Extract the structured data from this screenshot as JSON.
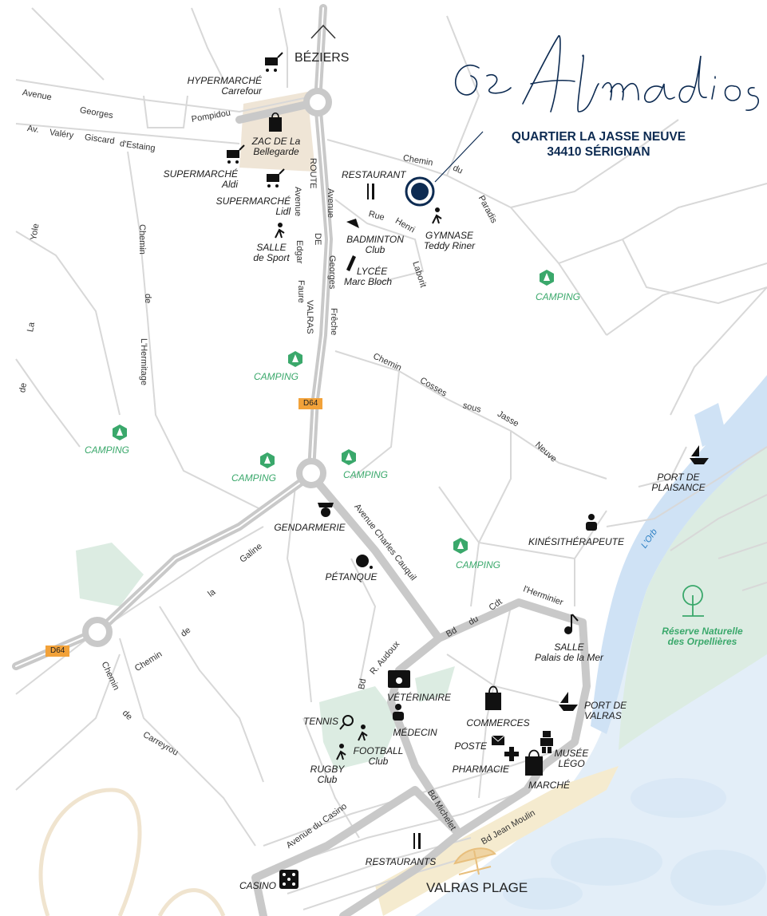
{
  "brand": {
    "logo_text": "Les Almadies",
    "subtitle_line1": "QUARTIER LA JASSE NEUVE",
    "subtitle_line2": "34410 SÉRIGNAN",
    "color": "#0d2b52"
  },
  "direction": {
    "label": "BÉZIERS",
    "icon": "chevron-up-icon"
  },
  "roads": {
    "d64_a": "D64",
    "d64_b": "D64",
    "route_de": "ROUTE",
    "route_de2": "DE",
    "route_valras": "VALRAS",
    "avenue_georges_pompidou": [
      "Avenue",
      "Georges",
      "Pompidou"
    ],
    "av_valery": [
      "Av.",
      "Valéry",
      "Giscard",
      "d'Estaing"
    ],
    "chemin_du_paradis": [
      "Chemin",
      "du",
      "Paradis"
    ],
    "rue_henri_laborit": [
      "Rue",
      "Henri",
      "Laborit"
    ],
    "avenue_edgar_faure": [
      "Avenue",
      "Edgar",
      "Faure"
    ],
    "avenue_georges_freche": [
      "Avenue",
      "Georges",
      "Frêche"
    ],
    "chemin_hermitage": [
      "Chemin",
      "de",
      "L'Hermitage"
    ],
    "chemin_yole": [
      "Yole",
      "La",
      "de"
    ],
    "chemin_cosses": [
      "Chemin",
      "Cosses",
      "sous",
      "Jasse",
      "Neuve"
    ],
    "avenue_charles_cauquil": "Avenue Charles Cauquil",
    "chemin_galine": [
      "Galine",
      "la",
      "de",
      "Chemin"
    ],
    "chemin_carreyrou": [
      "Chemin",
      "de",
      "Carreyrou"
    ],
    "bd_cdt_herminier": [
      "Bd",
      "du",
      "Cdt",
      "l'Herminier"
    ],
    "bd_r_audoux": [
      "Bd",
      "R. Audoux"
    ],
    "bd_michelet": "Bd Michelet",
    "bd_jean_moulin": "Bd Jean Moulin",
    "avenue_du_casino": "Avenue du Casino"
  },
  "places": {
    "hypermarche": [
      "HYPERMARCHÉ",
      "Carrefour"
    ],
    "zac": [
      "ZAC DE La",
      "Bellegarde"
    ],
    "supermarche_aldi": [
      "SUPERMARCHÉ",
      "Aldi"
    ],
    "supermarche_lidl": [
      "SUPERMARCHÉ",
      "Lidl"
    ],
    "salle_sport": [
      "SALLE",
      "de Sport"
    ],
    "restaurant": "RESTAURANT",
    "badminton": [
      "BADMINTON",
      "Club"
    ],
    "lycee": [
      "LYCÉE",
      "Marc Bloch"
    ],
    "gymnase": [
      "GYMNASE",
      "Teddy Riner"
    ],
    "camping": "CAMPING",
    "gendarmerie": "GENDARMERIE",
    "petanque": "PÉTANQUE",
    "kinesitherapeute": "KINÉSITHÉRAPEUTE",
    "port_plaisance": [
      "PORT DE",
      "PLAISANCE"
    ],
    "orb": "L'Orb",
    "reserve": [
      "Réserve Naturelle",
      "des Orpellières"
    ],
    "salle_palais": [
      "SALLE",
      "Palais de la Mer"
    ],
    "veterinaire": "VÉTÉRINAIRE",
    "medecin": "MÉDECIN",
    "commerces": "COMMERCES",
    "port_valras": [
      "PORT DE",
      "VALRAS"
    ],
    "tennis": "TENNIS",
    "football": [
      "FOOTBALL",
      "Club"
    ],
    "rugby": [
      "RUGBY",
      "Club"
    ],
    "poste": "POSTE",
    "pharmacie": "PHARMACIE",
    "musee": [
      "MUSÉE",
      "LÉGO"
    ],
    "marche": "MARCHÉ",
    "restaurants": "RESTAURANTS",
    "casino": "CASINO",
    "valras_plage": "VALRAS PLAGE"
  },
  "colors": {
    "road_main": "#c8c8c8",
    "road_minor": "#d4d4d4",
    "sea": "#e3eef8",
    "river": "#cfe2f5",
    "reserve": "#dcece2",
    "sand": "#f5ebcf",
    "zac": "#efe5d6",
    "camping": "#3aa86b",
    "d64": "#f2a23a"
  }
}
